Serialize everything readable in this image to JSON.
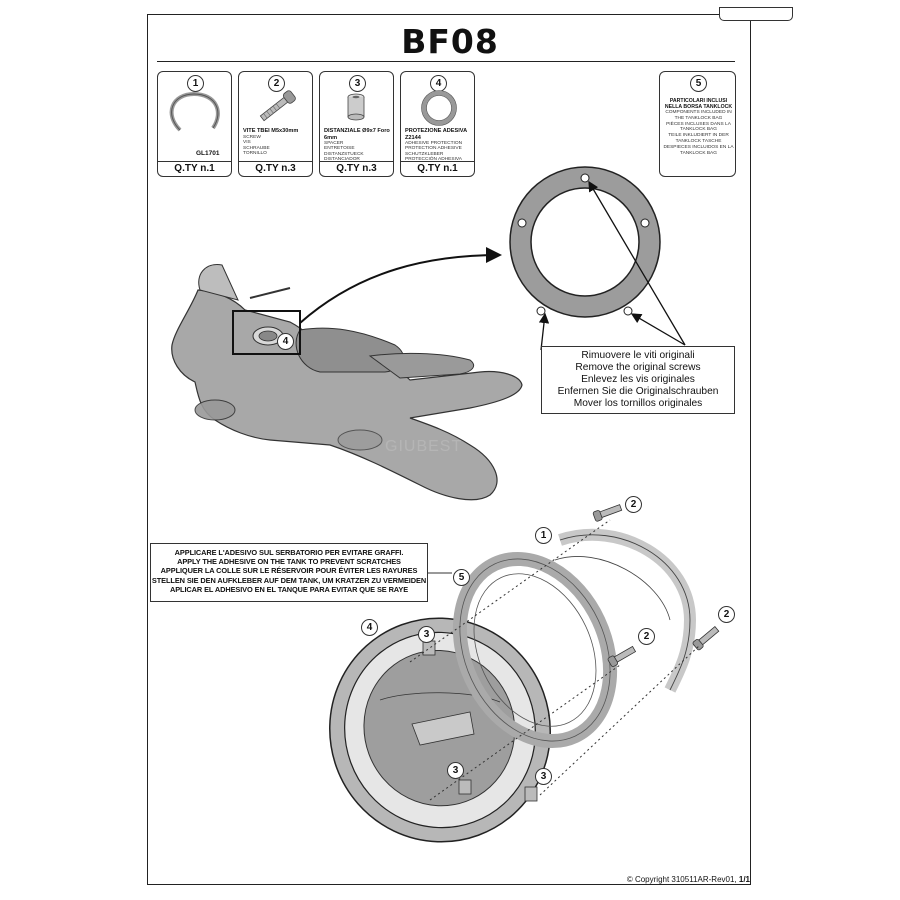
{
  "title": "BF08",
  "parts": [
    {
      "num": "1",
      "code": "GL1701",
      "qty": "Q.TY n.1"
    },
    {
      "num": "2",
      "name": "VITE TBEI M5x30mm",
      "sub": [
        "SCREW",
        "VIS",
        "SCHRAUBE",
        "TORNILLO"
      ],
      "qty": "Q.TY n.3"
    },
    {
      "num": "3",
      "name": "DISTANZIALE Ø9x7 Foro 6mm",
      "sub": [
        "SPACER",
        "ENTRETOISE",
        "DISTANZSTUECK",
        "DISTANCIADOR"
      ],
      "qty": "Q.TY n.3"
    },
    {
      "num": "4",
      "name": "PROTEZIONE ADESIVA Z2144",
      "sub": [
        "ADHESIVE PROTECTION",
        "PROTECTION ADHESIVE",
        "SCHUTZKLEBER",
        "PROTECCIÓN ADHESIVA"
      ],
      "qty": "Q.TY n.1"
    }
  ],
  "included": {
    "num": "5",
    "title": "PARTICOLARI INCLUSI NELLA BORSA TANKLOCK",
    "lines": [
      "COMPONENTS INCLUDED IN THE TANKLOCK BAG",
      "PIÈCES INCLUSES DANS LA TANKLOCK BAG",
      "TEILE INKLUDIERT IN DER TANKLOCK TASCHE",
      "DESPIECES INCLUIDOS EN LA TANKLOCK BAG"
    ]
  },
  "remove_screws": [
    "Rimuovere le viti originali",
    "Remove the original screws",
    "Enlevez  les vis originales",
    "Enfernen Sie die Originalschrauben",
    "Mover los tornillos originales"
  ],
  "adhesive_note": [
    "APPLICARE L'ADESIVO SUL SERBATORIO PER EVITARE GRAFFI.",
    "APPLY THE ADHESIVE ON THE TANK TO PREVENT SCRATCHES",
    "APPLIQUER LA COLLE SUR LE RÉSERVOIR POUR ÉVITER LES RAYURES",
    "STELLEN SIE DEN AUFKLEBER AUF DEM TANK, UM KRATZER ZU VERMEIDEN",
    "APLICAR EL ADHESIVO EN EL TANQUE PARA EVITAR QUE SE RAYE"
  ],
  "watermark": "GIUBEST",
  "callouts": {
    "moto": "4",
    "ring": "1",
    "bag": "5",
    "adhesive": "4",
    "screw_a": "2",
    "screw_b": "2",
    "screw_c": "2",
    "spacer_a": "3",
    "spacer_b": "3",
    "spacer_c": "3"
  },
  "copyright": "© Copyright 310511AR-Rev01,",
  "page": "1/1"
}
